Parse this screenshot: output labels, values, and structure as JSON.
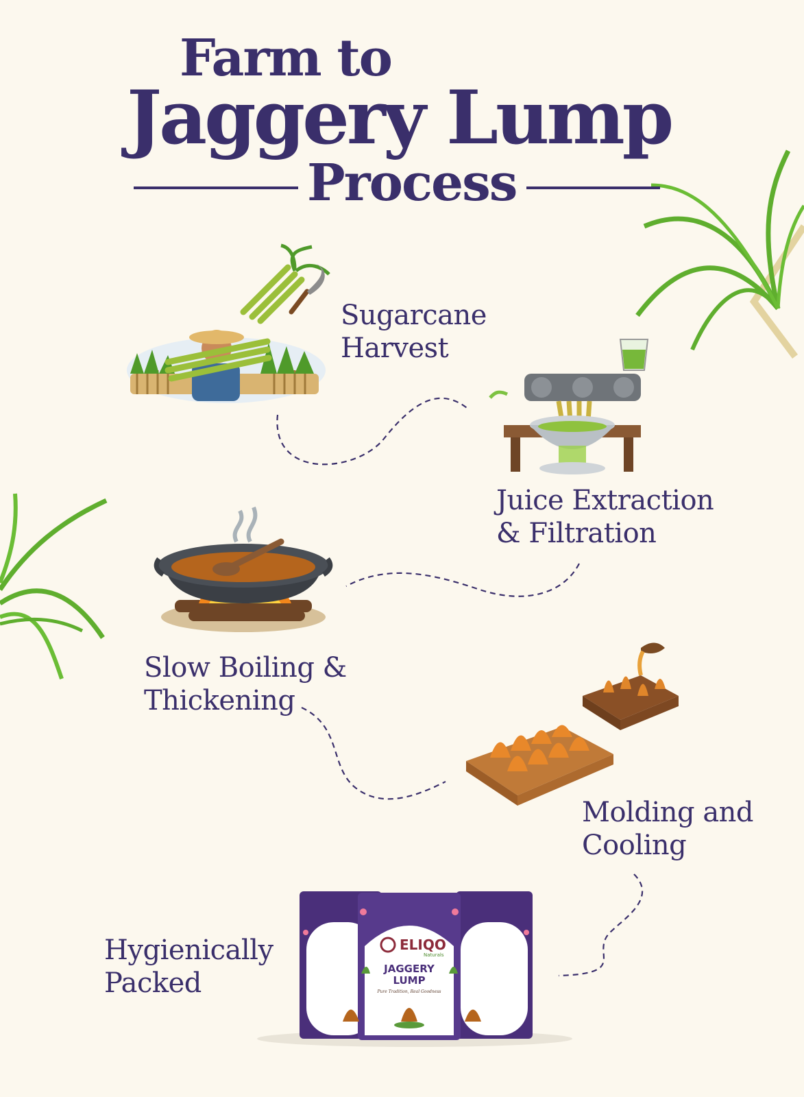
{
  "title": {
    "line1": "Farm to",
    "line2": "Jaggery Lump",
    "line3": "Process"
  },
  "steps": [
    {
      "line1": "Sugarcane",
      "line2": "Harvest",
      "icon": "farmer-harvest-illustration"
    },
    {
      "line1": "Juice Extraction",
      "line2": "& Filtration",
      "icon": "juice-press-illustration"
    },
    {
      "line1": "Slow Boiling &",
      "line2": "Thickening",
      "icon": "boiling-pot-illustration"
    },
    {
      "line1": "Molding and",
      "line2": "Cooling",
      "icon": "jaggery-molds-illustration"
    },
    {
      "line1": "Hygienically",
      "line2": "Packed",
      "icon": "product-pouches-illustration"
    }
  ],
  "package": {
    "brand": "ELIQO",
    "brand_sub": "Naturals",
    "product_line1": "JAGGERY",
    "product_line2": "LUMP",
    "tagline": "Pure Tradition, Real Goodness"
  },
  "colors": {
    "background": "#fcf8ee",
    "title": "#3a2f6b",
    "leaf": "#5fae2e",
    "path": "#3a2f6b"
  }
}
